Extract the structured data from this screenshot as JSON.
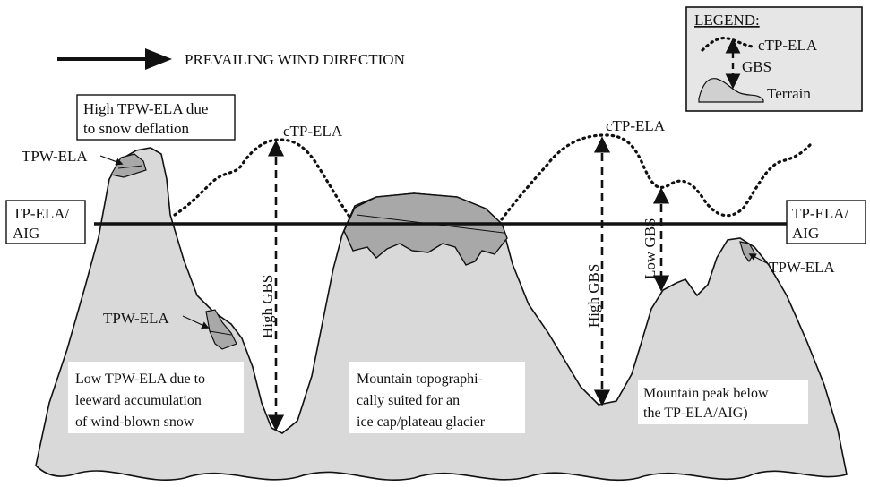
{
  "wind": {
    "label": "PREVAILING WIND DIRECTION"
  },
  "legend": {
    "title": "LEGEND:",
    "tp_ela": "cTP-ELA",
    "gbs": "GBS",
    "terrain": "Terrain"
  },
  "boxes": {
    "high_tpw_1": "High TPW-ELA due",
    "high_tpw_2": "to snow deflation",
    "left_ref_1": "TP-ELA/",
    "left_ref_2": "AIG",
    "right_ref_1": "TP-ELA/",
    "right_ref_2": "AIG"
  },
  "labels": {
    "tpw_ela_top_left": "TPW-ELA",
    "tpw_ela_mid_left": "TPW-ELA",
    "tpw_ela_right": "TPW-ELA",
    "ctp_ela_left": "cTP-ELA",
    "ctp_ela_right": "cTP-ELA",
    "high_gbs_left": "High GBS",
    "high_gbs_right": "High GBS",
    "low_gbs": "Low GBS"
  },
  "notes": {
    "low_tpw_1": "Low TPW-ELA due to",
    "low_tpw_2": "leeward accumulation",
    "low_tpw_3": "of wind-blown snow",
    "plateau_1": "Mountain topographi-",
    "plateau_2": "cally suited for an",
    "plateau_3": "ice cap/plateau glacier",
    "peak_1": "Mountain peak below",
    "peak_2": "the TP-ELA/AIG)"
  },
  "colors": {
    "terrain": "#d9d9d9",
    "glacier": "#a8a8a8",
    "line": "#111111"
  }
}
